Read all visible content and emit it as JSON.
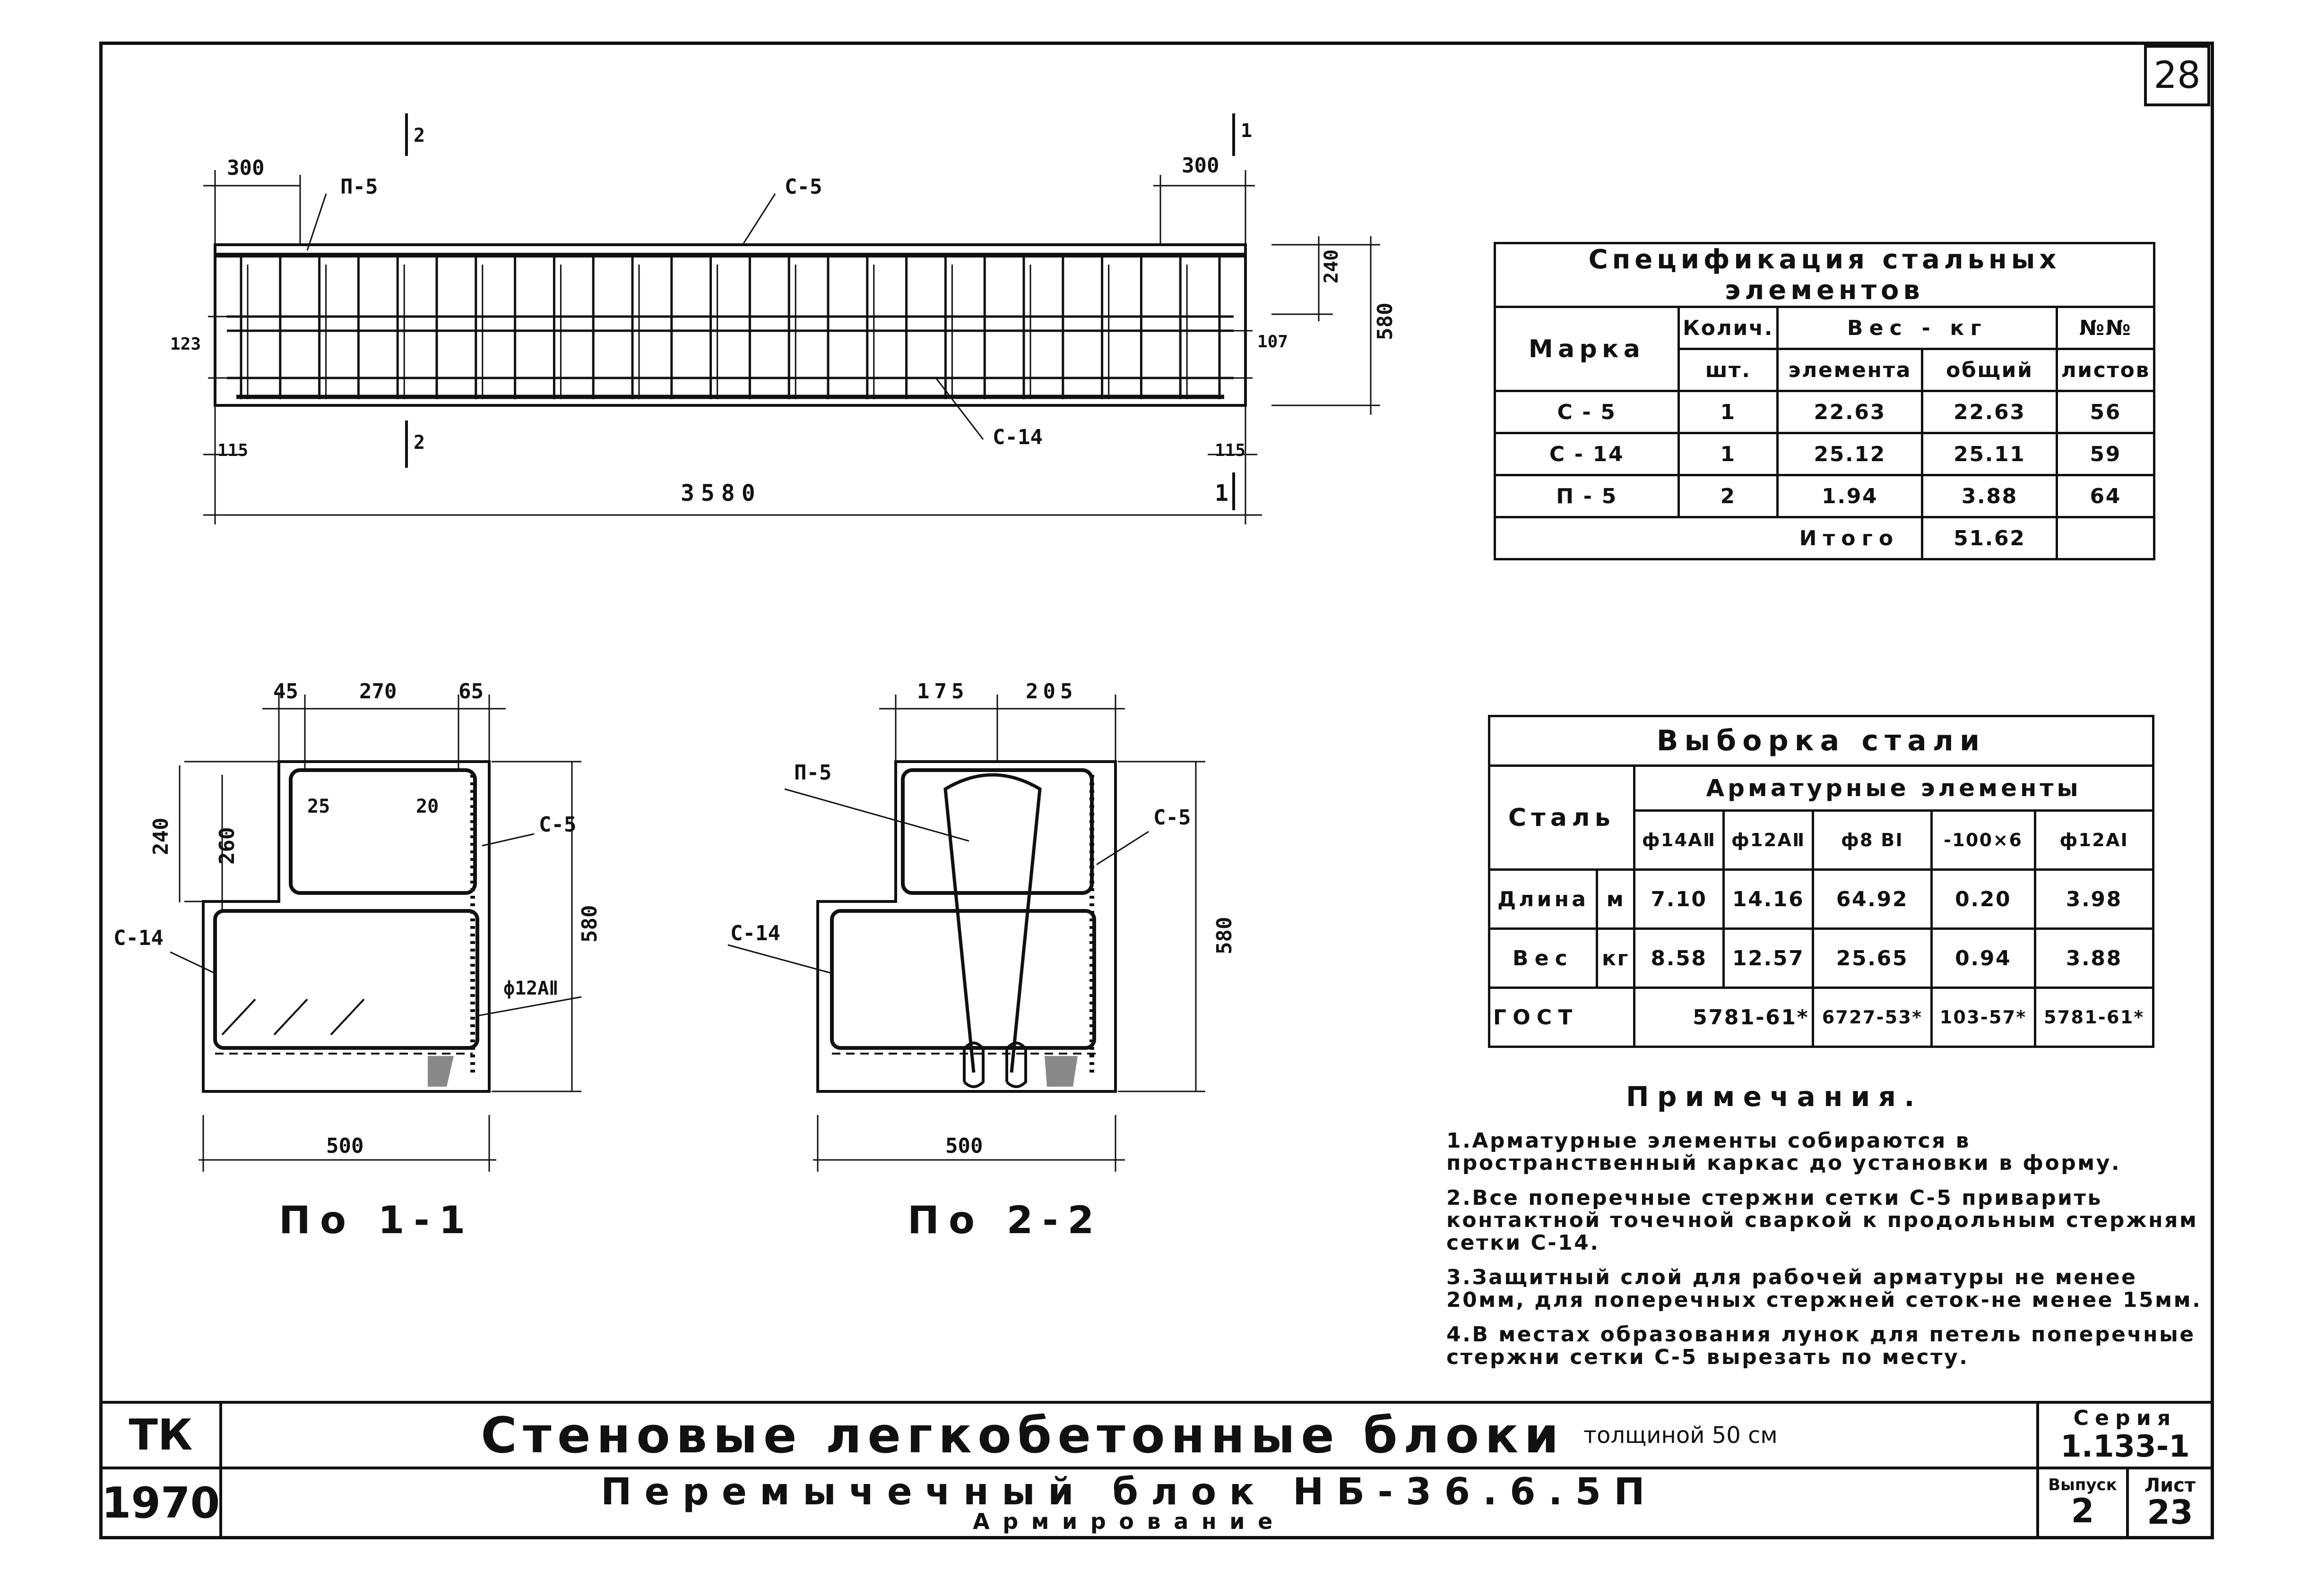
{
  "page_number": "28",
  "elevation": {
    "dim_left_300": "300",
    "dim_right_300": "300",
    "dim_total": "3580",
    "dim_115_left": "115",
    "dim_115_right": "115",
    "dim_123": "123",
    "dim_107": "107",
    "dim_240": "240",
    "dim_580": "580",
    "label_p5": "П-5",
    "label_c5": "С-5",
    "label_c14": "С-14",
    "mark_2_top": "2",
    "mark_2_bottom": "2",
    "mark_1_top": "1",
    "mark_1_bottom": "1"
  },
  "section_1": {
    "caption": "По 1-1",
    "dim_45": "45",
    "dim_270": "270",
    "dim_65": "65",
    "dim_240": "240",
    "dim_260": "260",
    "dim_25": "25",
    "dim_20": "20",
    "dim_580": "580",
    "dim_500": "500",
    "label_c5": "С-5",
    "label_c14": "С-14",
    "label_bar": "ф12АⅡ"
  },
  "section_2": {
    "caption": "По 2-2",
    "dim_175": "175",
    "dim_205": "205",
    "dim_580": "580",
    "dim_500": "500",
    "label_p5": "П-5",
    "label_c5": "С-5",
    "label_c14": "С-14"
  },
  "spec_table": {
    "title": "Спецификация стальных элементов",
    "h_mark": "Марка",
    "h_qty": "Колич.",
    "h_qty_unit": "шт.",
    "h_weight": "Вес - кг",
    "h_element": "элемента",
    "h_total": "общий",
    "h_sheets": "№№",
    "h_sheets2": "листов",
    "rows": [
      {
        "mark": "С - 5",
        "qty": "1",
        "element": "22.63",
        "total": "22.63",
        "sheet": "56"
      },
      {
        "mark": "С - 14",
        "qty": "1",
        "element": "25.12",
        "total": "25.11",
        "sheet": "59"
      },
      {
        "mark": "П - 5",
        "qty": "2",
        "element": "1.94",
        "total": "3.88",
        "sheet": "64"
      }
    ],
    "itogo_label": "Итого",
    "itogo_value": "51.62"
  },
  "steel_table": {
    "title": "Выборка стали",
    "h_steel": "Сталь",
    "h_elements": "Арматурные элементы",
    "cols": [
      "ф14АⅡ",
      "ф12АⅡ",
      "ф8 ВⅠ",
      "-100×6",
      "ф12АⅠ"
    ],
    "length_label": "Длина",
    "length_unit": "м",
    "lengths": [
      "7.10",
      "14.16",
      "64.92",
      "0.20",
      "3.98"
    ],
    "weight_label": "Вес",
    "weight_unit": "кг",
    "weights": [
      "8.58",
      "12.57",
      "25.65",
      "0.94",
      "3.88"
    ],
    "gost_label": "ГОСТ",
    "gost_1": "5781-61*",
    "gost_2": "6727-53*",
    "gost_3": "103-57*",
    "gost_4": "5781-61*"
  },
  "notes": {
    "heading": "Примечания.",
    "items": [
      "1.Арматурные элементы собираются в пространственный каркас до установки в форму.",
      "2.Все поперечные стержни сетки С-5 приварить контактной точечной сваркой к продольным стержням сетки С-14.",
      "3.Защитный слой для рабочей арматуры не менее 20мм, для поперечных стержней сеток-не менее 15мм.",
      "4.В местах образования лунок для петель поперечные стержни сетки С-5 вырезать по месту."
    ]
  },
  "title_block": {
    "tk": "ТК",
    "year": "1970",
    "title": "Стеновые легкобетонные блоки",
    "thickness": "толщиной 50 см",
    "subtitle": "Перемычечный блок НБ-36.6.5П",
    "subtitle2": "Армирование",
    "series_label": "Серия",
    "series_value": "1.133-1",
    "issue_label": "Выпуск",
    "issue_value": "2",
    "sheet_label": "Лист",
    "sheet_value": "23"
  }
}
